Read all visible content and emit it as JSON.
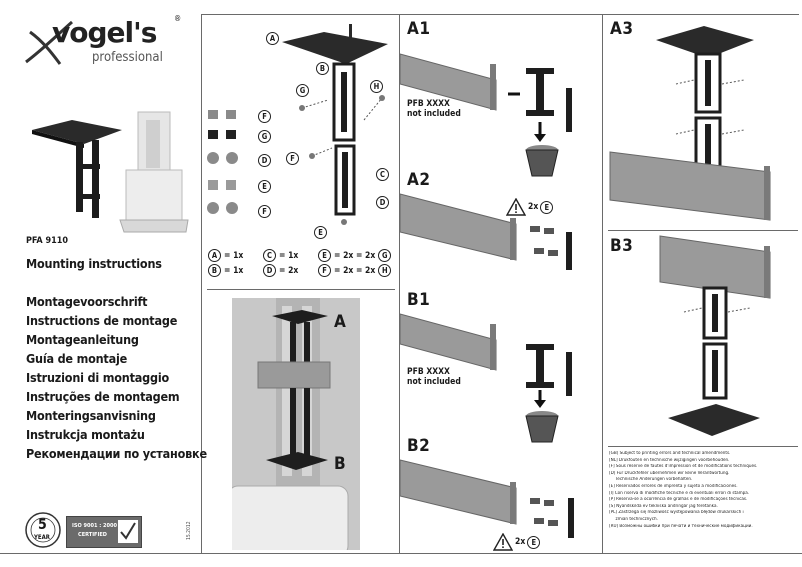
{
  "brand": {
    "name": "vogel's",
    "sub": "professional",
    "reg": "®"
  },
  "product": {
    "code": "PFA 9110",
    "heading": "Mounting instructions"
  },
  "translations": [
    "Montagevoorschrift",
    "Instructions de montage",
    "Montageanleitung",
    "Guía de montaje",
    "Istruzioni di montaggio",
    "Instruções de montagem",
    "Monteringsanvisning",
    "Instrukcja montażu",
    "Рекомендации по установке"
  ],
  "badges": {
    "warranty_number": "5",
    "warranty_text": "YEAR",
    "iso_line1": "ISO 9001 : 2000",
    "iso_line2": "CERTIFIED",
    "side_code": "15.2012"
  },
  "parts_legend": {
    "A": "= 1x",
    "B": "= 1x",
    "C": "= 1x",
    "D": "= 2x",
    "E": "= 2x = 2x",
    "F": "= 2x = 2x",
    "G_ref": "G",
    "H_ref": "H"
  },
  "part_letters": [
    "A",
    "B",
    "C",
    "D",
    "E",
    "F",
    "G",
    "H"
  ],
  "scene_labels": {
    "top": "A",
    "bottom": "B"
  },
  "steps": {
    "A1": "A1",
    "A2": "A2",
    "A3": "A3",
    "B1": "B1",
    "B2": "B2",
    "B3": "B3",
    "not_included_1": "PFB XXXX",
    "not_included_2": "not included",
    "qty": "2x",
    "qty_ref": "E"
  },
  "disclaimer": [
    "[GB] Subject to printing errors and technical amendments.",
    "[NL] Drukfouten en technische wijzigingen voorbehouden.",
    "[F]  Sous réserve de fautes d'impression et de modifications techniques.",
    "[D]  Für Druckfehler übernehmen wir keine Verantwortung.",
    "     Technische Änderungen vorbehalten.",
    "[E]  Reservados errores de imprenta y sujeto a modificaciones.",
    "[I]  Con riserva di modifiche tecniche e di eventuali errori di stampa.",
    "[P]  Reserva-se a ocorrência de gralhas e de modificações técnicas.",
    "[S]  Nyandskilda ev tekniska ändringar jag feretanka.",
    "[PL] Zastrzega się możliwość występowania błędów drukarskich i",
    "     zmian technicznych.",
    "[RU] Возможны ошибки при печати и технические модификации."
  ],
  "colors": {
    "frame": "#6a6a6a",
    "bar": "#9a9a9a",
    "bracket": "#1e1e1e"
  }
}
